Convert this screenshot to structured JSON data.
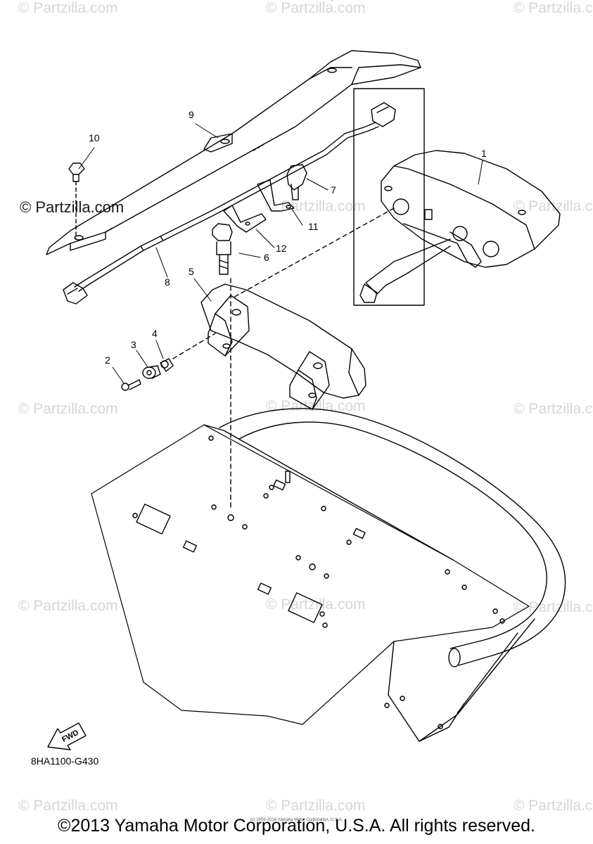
{
  "watermarks": {
    "text": "© Partzilla.com",
    "emphasized": "© Partzilla.com"
  },
  "callouts": {
    "p1": "1",
    "p2": "2",
    "p3": "3",
    "p4": "4",
    "p5": "5",
    "p6": "6",
    "p7": "7",
    "p8": "8",
    "p9": "9",
    "p10": "10",
    "p11": "11",
    "p12": "12"
  },
  "fwd_label": "FWD",
  "drawing_code": "8HA1100-G430",
  "small_copyright": "(c) 2005-2016 Yamaha Motor Corporation, U.S.A.",
  "copyright": "©2013 Yamaha Motor Corporation, U.S.A. All rights reserved."
}
